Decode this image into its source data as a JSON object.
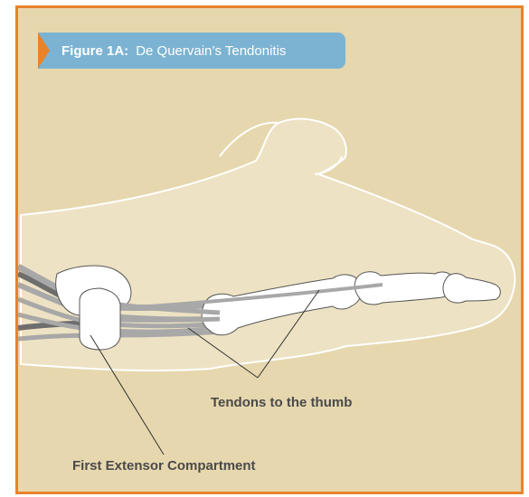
{
  "figure": {
    "label": "Figure 1A:",
    "title": "De Quervain’s Tendonitis"
  },
  "labels": {
    "tendons": "Tendons to the thumb",
    "compartment": "First Extensor Compartment"
  },
  "colors": {
    "border": "#e8832a",
    "background": "#e6d7ae",
    "header": "#7cb3d2",
    "bone": "#ffffff",
    "tendon": "#a8a8a8",
    "tendon_dark": "#6e6e6e",
    "skin_fill": "#ede2c3",
    "text": "#4a4a4a"
  }
}
